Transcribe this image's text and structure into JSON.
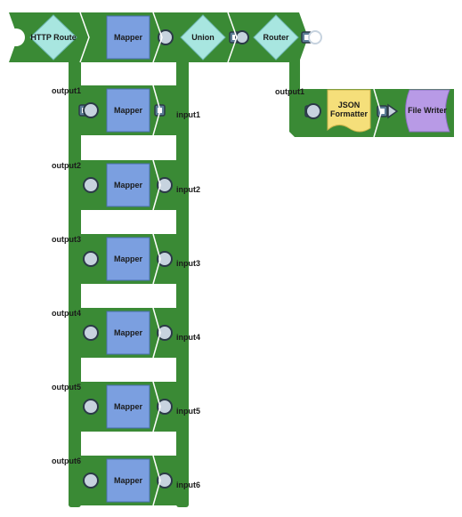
{
  "pipeline": {
    "top_row": [
      {
        "name": "http-router-snap",
        "label": "HTTP Route"
      },
      {
        "name": "mapper-top-snap",
        "label": "Mapper"
      },
      {
        "name": "union-snap",
        "label": "Union"
      },
      {
        "name": "router-snap",
        "label": "Router"
      }
    ],
    "router_branch": {
      "output_label": "output1",
      "snaps": [
        {
          "name": "json-formatter-snap",
          "label_line1": "JSON",
          "label_line2": "Formatter"
        },
        {
          "name": "file-writer-snap",
          "label": "File Writer"
        }
      ]
    },
    "mapper_rows": [
      {
        "output": "output1",
        "mapper": "Mapper",
        "input": "input1"
      },
      {
        "output": "output2",
        "mapper": "Mapper",
        "input": "input2"
      },
      {
        "output": "output3",
        "mapper": "Mapper",
        "input": "input3"
      },
      {
        "output": "output4",
        "mapper": "Mapper",
        "input": "input4"
      },
      {
        "output": "output5",
        "mapper": "Mapper",
        "input": "input5"
      },
      {
        "output": "output6",
        "mapper": "Mapper",
        "input": "input6"
      }
    ]
  },
  "colors": {
    "pipe_green": "#3a8a35",
    "router_snap": "#a8e6e0",
    "mapper_snap": "#7b9fe0",
    "formatter_snap": "#f5df7a",
    "writer_snap": "#b89ae6"
  }
}
